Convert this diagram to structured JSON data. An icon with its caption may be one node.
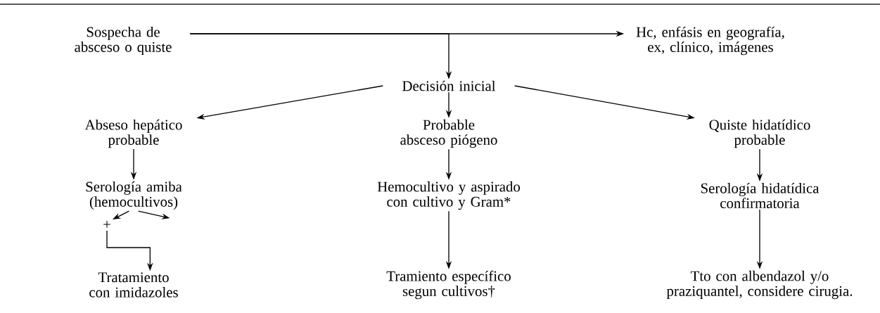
{
  "diagram": {
    "nodes": [
      {
        "text": [
          "Sospecha de absceso o quiste"
        ]
      },
      {
        "text": [
          "Hc, enfásis en geografía, ex, clínico, imágenes"
        ]
      },
      {
        "text": [
          "Decisión inicial"
        ]
      },
      {
        "text": [
          "Abseso hepático probable"
        ]
      },
      {
        "text": [
          "Probable absceso piógeno"
        ]
      },
      {
        "text": [
          "Quiste hidatídico probable"
        ]
      },
      {
        "text": [
          "Serología amiba (hemocultivos)"
        ]
      },
      {
        "text": [
          "Hemocultivo y aspirado con cultivo y Gram*"
        ]
      },
      {
        "text": [
          "Serología hidatídica confirmatoria"
        ]
      },
      {
        "text": [
          "+"
        ]
      },
      {
        "text": [
          "Tratamiento con imidazoles"
        ]
      },
      {
        "text": [
          "Tramiento específico segun cultivos†"
        ]
      },
      {
        "text": [
          "Tto con albendazol y/o praziquantel, considere cirugia."
        ]
      }
    ],
    "edges": [
      {
        "from": 0,
        "to": 1,
        "arrow": "to"
      },
      {
        "from": 0,
        "to": 2,
        "arrow": "to"
      },
      {
        "from": 2,
        "to": 3,
        "arrow": "to"
      },
      {
        "from": 2,
        "to": 4,
        "arrow": "to"
      },
      {
        "from": 2,
        "to": 5,
        "arrow": "to"
      },
      {
        "from": 3,
        "to": 6,
        "arrow": "to"
      },
      {
        "from": 4,
        "to": 7,
        "arrow": "to"
      },
      {
        "from": 5,
        "to": 8,
        "arrow": "to"
      },
      {
        "from": 6,
        "to": 9,
        "arrow": "to"
      },
      {
        "from": 6,
        "to": null,
        "arrow": "to"
      },
      {
        "from": 9,
        "to": 10,
        "arrow": "to"
      },
      {
        "from": 7,
        "to": 11,
        "arrow": "to"
      },
      {
        "from": 8,
        "to": 12,
        "arrow": "to"
      }
    ]
  }
}
